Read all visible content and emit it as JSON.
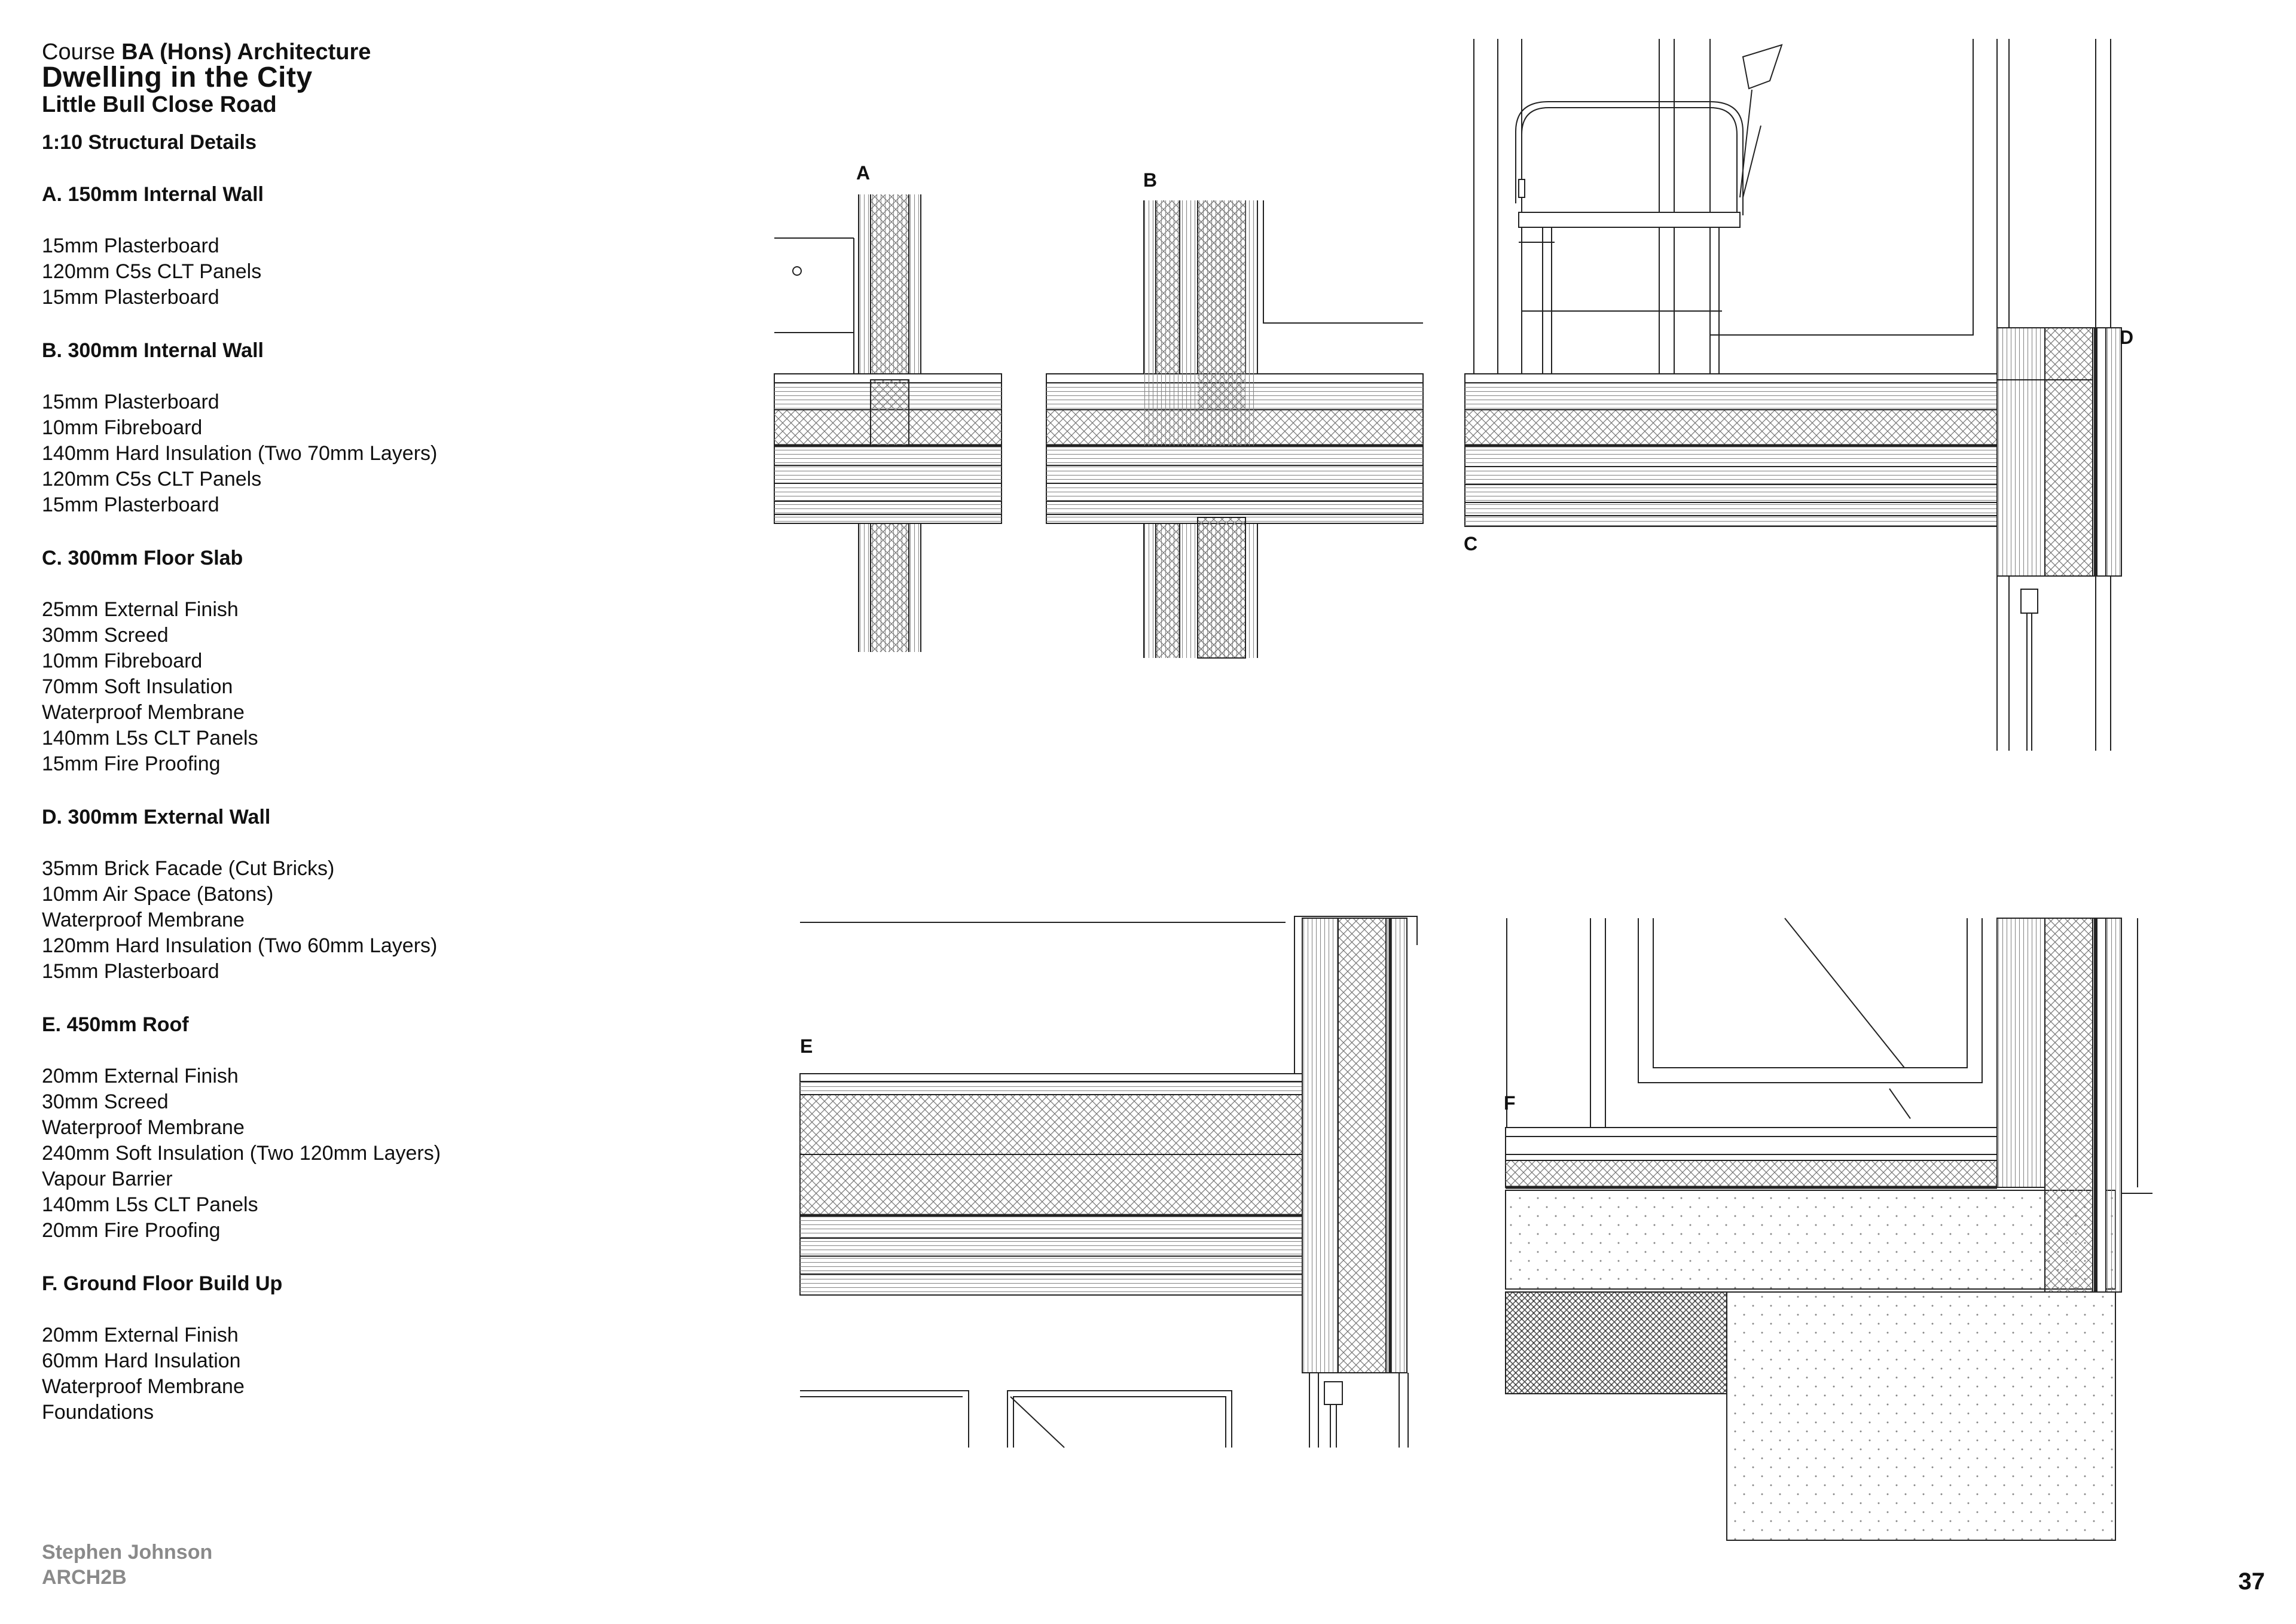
{
  "header": {
    "course_prefix": "Course",
    "course_name": "BA (Hons) Architecture",
    "project_title": "Dwelling in the City",
    "site": "Little Bull Close Road",
    "sheet_title": "1:10 Structural Details"
  },
  "details": [
    {
      "heading": "A. 150mm Internal Wall",
      "layers": [
        "15mm Plasterboard",
        "120mm C5s CLT Panels",
        "15mm Plasterboard"
      ]
    },
    {
      "heading": "B. 300mm Internal Wall",
      "layers": [
        "15mm Plasterboard",
        "10mm Fibreboard",
        "140mm Hard Insulation (Two 70mm Layers)",
        "120mm C5s CLT Panels",
        "15mm Plasterboard"
      ]
    },
    {
      "heading": "C. 300mm Floor Slab",
      "layers": [
        "25mm External Finish",
        "30mm Screed",
        "10mm Fibreboard",
        "70mm Soft Insulation",
        "Waterproof Membrane",
        "140mm L5s CLT Panels",
        "15mm Fire Proofing"
      ]
    },
    {
      "heading": "D. 300mm External Wall",
      "layers": [
        "35mm Brick Facade (Cut Bricks)",
        "10mm Air Space (Batons)",
        "Waterproof Membrane",
        "120mm Hard Insulation (Two 60mm Layers)",
        "15mm Plasterboard"
      ]
    },
    {
      "heading": "E. 450mm Roof",
      "layers": [
        "20mm External Finish",
        "30mm Screed",
        "Waterproof Membrane",
        "240mm Soft Insulation (Two 120mm Layers)",
        "Vapour Barrier",
        "140mm L5s CLT Panels",
        "20mm Fire Proofing"
      ]
    },
    {
      "heading": "F. Ground Floor Build Up",
      "layers": [
        "20mm External Finish",
        "60mm Hard Insulation",
        "Waterproof Membrane",
        "Foundations"
      ]
    }
  ],
  "drawing_labels": {
    "a": "A",
    "b": "B",
    "c": "C",
    "d": "D",
    "e": "E",
    "f": "F"
  },
  "footer": {
    "author": "Stephen Johnson",
    "module": "ARCH2B"
  },
  "page_number": "37"
}
